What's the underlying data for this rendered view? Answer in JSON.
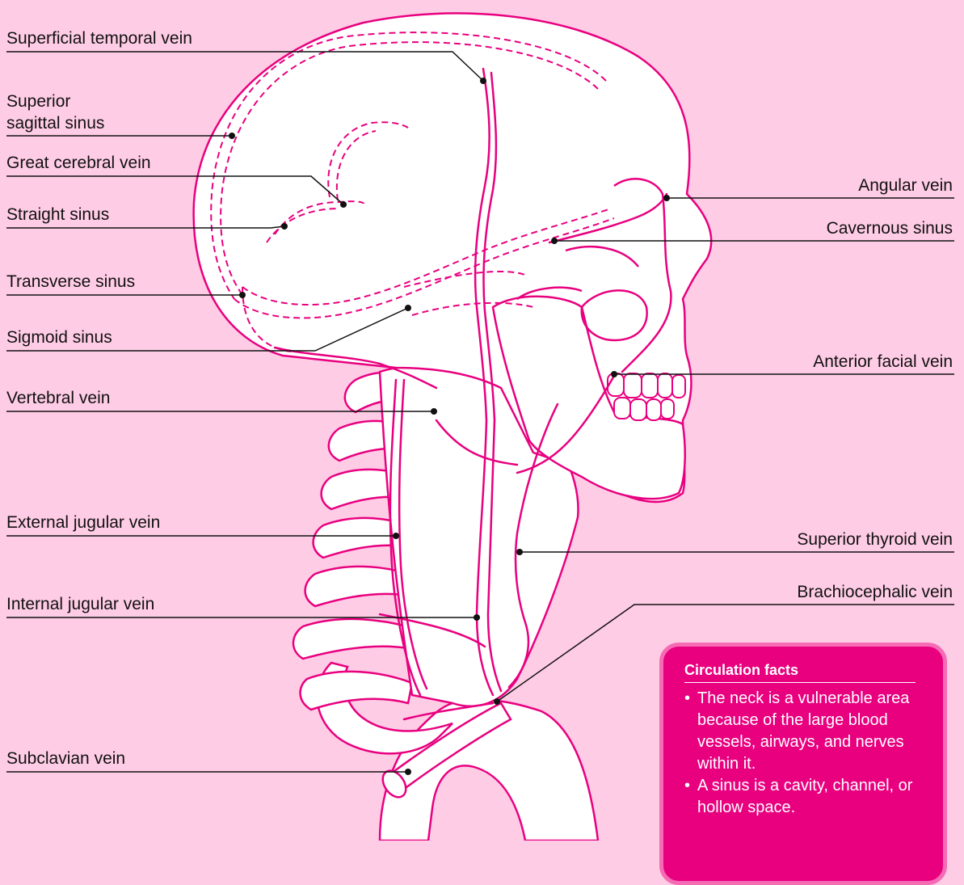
{
  "colors": {
    "background": "#ffcce6",
    "vessel": "#e8007f",
    "skull_fill": "#ffffff",
    "leader": "#111111",
    "facts_box": "#e8007f",
    "facts_border": "#f56bb4"
  },
  "labels": {
    "superficial_temporal_vein": "Superficial temporal vein",
    "superior_sagittal_sinus_1": "Superior",
    "superior_sagittal_sinus_2": "sagittal sinus",
    "great_cerebral_vein": "Great cerebral vein",
    "straight_sinus": "Straight sinus",
    "transverse_sinus": "Transverse sinus",
    "sigmoid_sinus": "Sigmoid sinus",
    "vertebral_vein": "Vertebral vein",
    "external_jugular_vein": "External jugular vein",
    "internal_jugular_vein": "Internal jugular vein",
    "subclavian_vein": "Subclavian vein",
    "angular_vein": "Angular vein",
    "cavernous_sinus": "Cavernous sinus",
    "anterior_facial_vein": "Anterior facial vein",
    "superior_thyroid_vein": "Superior thyroid vein",
    "brachiocephalic_vein": "Brachiocephalic vein"
  },
  "facts": {
    "title": "Circulation facts",
    "item_1": "The neck is a vulnerable area because of the large blood vessels, airways, and nerves within it.",
    "item_2": "A sinus is a cavity, channel, or hollow space."
  }
}
